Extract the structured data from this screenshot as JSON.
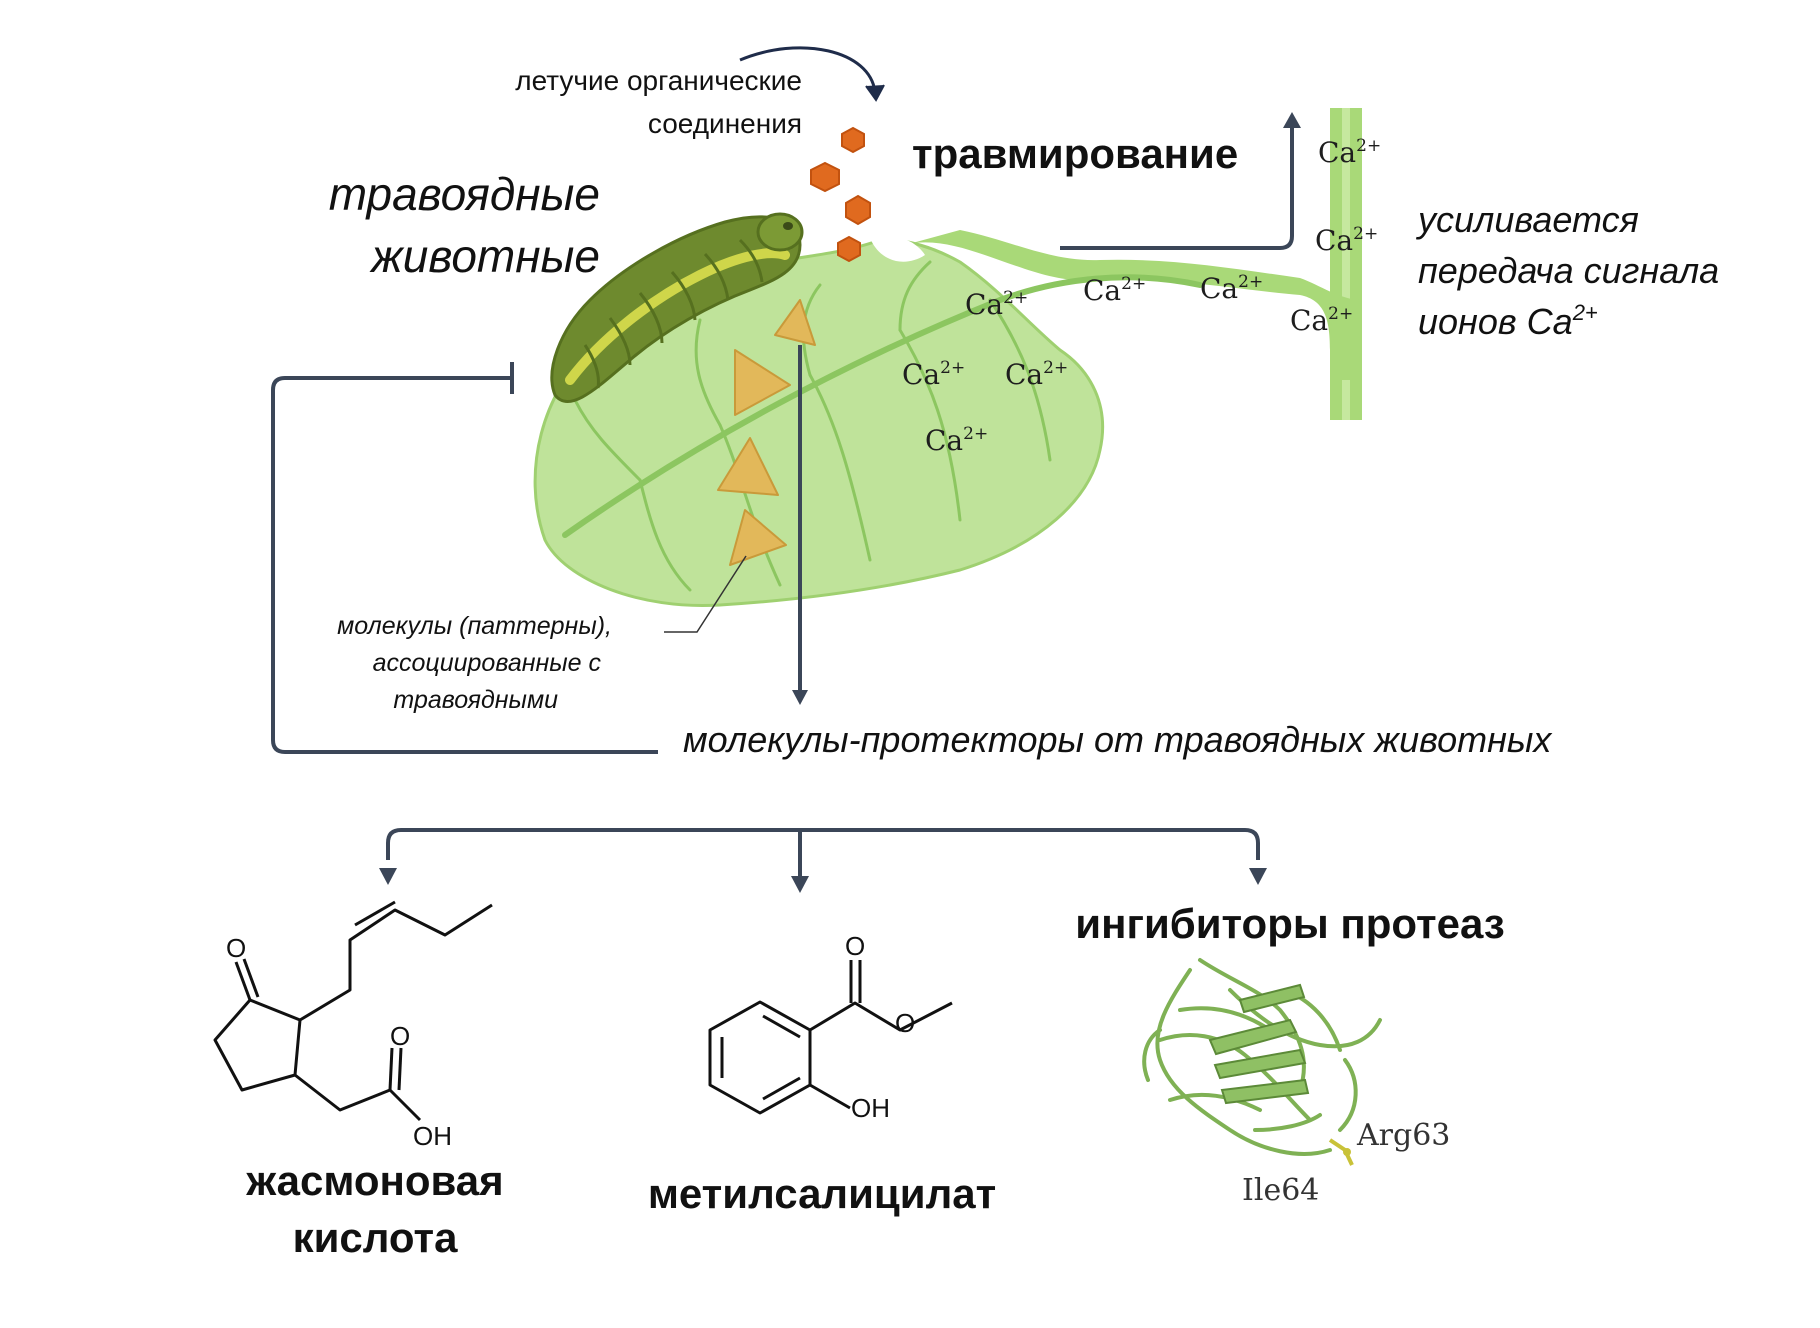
{
  "labels": {
    "voc_line1": "летучие органические",
    "voc_line2": "соединения",
    "wounding": "травмирование",
    "herbivores_line1": "травоядные",
    "herbivores_line2": "животные",
    "signal_line1": "усиливается",
    "signal_line2": "передача сигнала",
    "signal_line3": "ионов Ca",
    "signal_sup": "2+",
    "hamp_line1": "молекулы (паттерны),",
    "hamp_line2": "ассоциированные с",
    "hamp_line3": "травоядными",
    "protectors": "молекулы-протекторы от травоядных животных",
    "jasmonic_line1": "жасмоновая",
    "jasmonic_line2": "кислота",
    "methyl_salicylate": "метилсалицилат",
    "protease_inhibitors": "ингибиторы протеаз"
  },
  "calcium": {
    "symbol": "Ca",
    "charge": "2+"
  },
  "chemistry": {
    "ketone_o": "O",
    "acid_o": "O",
    "acid_oh": "OH",
    "ester_o_top": "O",
    "ester_o": "O",
    "phenol_oh": "OH"
  },
  "protein": {
    "residue1": "Arg63",
    "residue2": "Ile64"
  },
  "colors": {
    "arrow": "#3b4658",
    "leaf": "#bfe39a",
    "leaf_edge": "#9fd070",
    "stem": "#a9d978",
    "vein": "#7fbb55",
    "triangle": "#e2b85a",
    "voc": "#e06a1f",
    "caterpillar": "#6e8a2e",
    "caterpillar_stripe": "#cfd64a",
    "protein": "#7fb154"
  }
}
